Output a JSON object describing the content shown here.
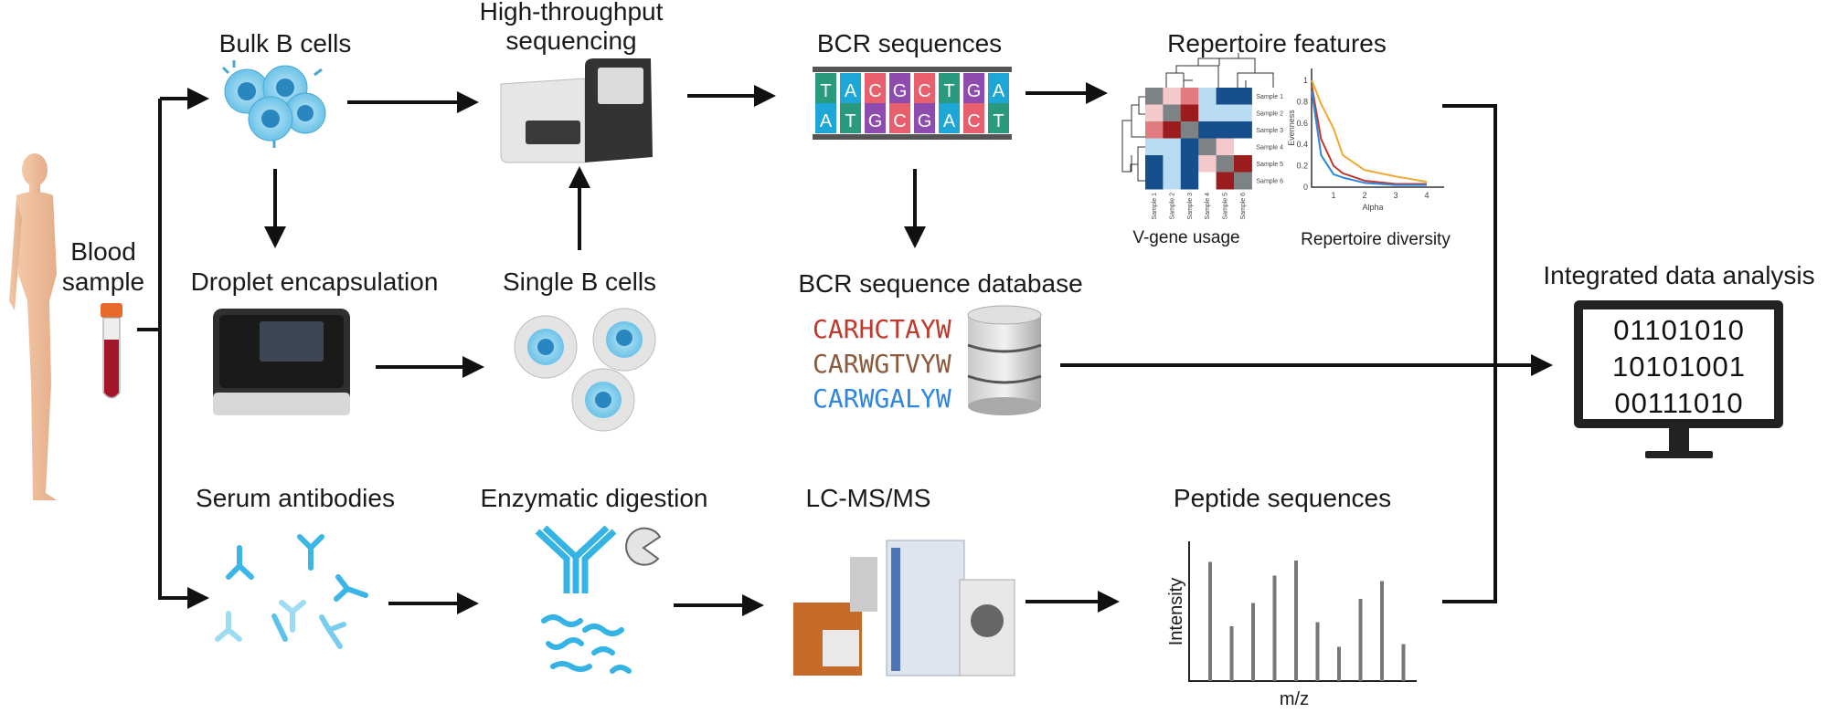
{
  "human": {
    "label_line1": "Blood",
    "label_line2": "sample"
  },
  "steps": {
    "bulk_b_cells": "Bulk B cells",
    "sequencing_line1": "High-throughput",
    "sequencing_line2": "sequencing",
    "bcr_sequences": "BCR sequences",
    "repertoire_features": "Repertoire features",
    "droplet_encapsulation": "Droplet encapsulation",
    "single_b_cells": "Single B cells",
    "bcr_database": "BCR sequence database",
    "integrated_analysis": "Integrated data analysis",
    "serum_antibodies": "Serum antibodies",
    "enzymatic_digestion": "Enzymatic digestion",
    "lcmsms": "LC-MS/MS",
    "peptide_sequences": "Peptide sequences"
  },
  "dna": {
    "top": [
      "T",
      "A",
      "C",
      "G",
      "C",
      "T",
      "G",
      "A"
    ],
    "bottom": [
      "A",
      "T",
      "G",
      "C",
      "G",
      "A",
      "C",
      "T"
    ],
    "colors": {
      "T": "#2a9a7e",
      "A": "#1ea6d6",
      "C": "#e8606e",
      "G": "#8e4bb0"
    }
  },
  "database": {
    "sequences": [
      {
        "text": "CARHCTAYW",
        "color": "#c0392b"
      },
      {
        "text": "CARWGTVYW",
        "color": "#8b5a3c"
      },
      {
        "text": "CARWGALYW",
        "color": "#2e86de"
      }
    ]
  },
  "vgene": {
    "caption": "V-gene usage",
    "samples": [
      "Sample 1",
      "Sample 2",
      "Sample 3",
      "Sample 4",
      "Sample 5",
      "Sample 6"
    ],
    "matrix": [
      [
        "d",
        1,
        2,
        -1,
        -2,
        -2
      ],
      [
        1,
        "d",
        3,
        -1,
        -1,
        -1
      ],
      [
        2,
        3,
        "d",
        -2,
        -2,
        -2
      ],
      [
        -1,
        -1,
        -2,
        "d",
        1,
        0
      ],
      [
        -2,
        -1,
        -2,
        1,
        "d",
        3
      ],
      [
        -2,
        -1,
        -2,
        0,
        3,
        "d"
      ]
    ],
    "colors": {
      "-2": "#164f8c",
      "-1": "#b9dcf3",
      "0": "#ffffff",
      "1": "#f4c9cc",
      "2": "#e07c80",
      "3": "#9b1c1c",
      "d": "#7d8285"
    }
  },
  "diversity": {
    "caption": "Repertoire diversity",
    "xlabel": "Alpha",
    "ylabel": "Evenness",
    "xticks": [
      "1",
      "2",
      "3",
      "4"
    ],
    "yticks": [
      "0",
      "0.2",
      "0.4",
      "0.6",
      "0.8",
      "1"
    ],
    "series": [
      {
        "color": "#f0a830",
        "points": [
          [
            0.3,
            1
          ],
          [
            0.6,
            0.78
          ],
          [
            1,
            0.55
          ],
          [
            1.3,
            0.3
          ],
          [
            2,
            0.16
          ],
          [
            3,
            0.1
          ],
          [
            4,
            0.05
          ]
        ]
      },
      {
        "color": "#c0392b",
        "points": [
          [
            0.3,
            0.95
          ],
          [
            0.6,
            0.45
          ],
          [
            1,
            0.2
          ],
          [
            1.3,
            0.13
          ],
          [
            2,
            0.06
          ],
          [
            3,
            0.03
          ],
          [
            4,
            0.03
          ]
        ]
      },
      {
        "color": "#2e86de",
        "points": [
          [
            0.3,
            0.9
          ],
          [
            0.6,
            0.3
          ],
          [
            1,
            0.12
          ],
          [
            1.3,
            0.09
          ],
          [
            2,
            0.04
          ],
          [
            3,
            0.02
          ],
          [
            4,
            0.02
          ]
        ]
      }
    ]
  },
  "monitor": {
    "lines": [
      "01101010",
      "10101001",
      "00111010"
    ]
  },
  "spectrum": {
    "xlabel": "m/z",
    "ylabel": "Intensity",
    "peaks": [
      0.87,
      0.4,
      0.57,
      0.77,
      0.88,
      0.43,
      0.25,
      0.6,
      0.73,
      0.27
    ]
  }
}
